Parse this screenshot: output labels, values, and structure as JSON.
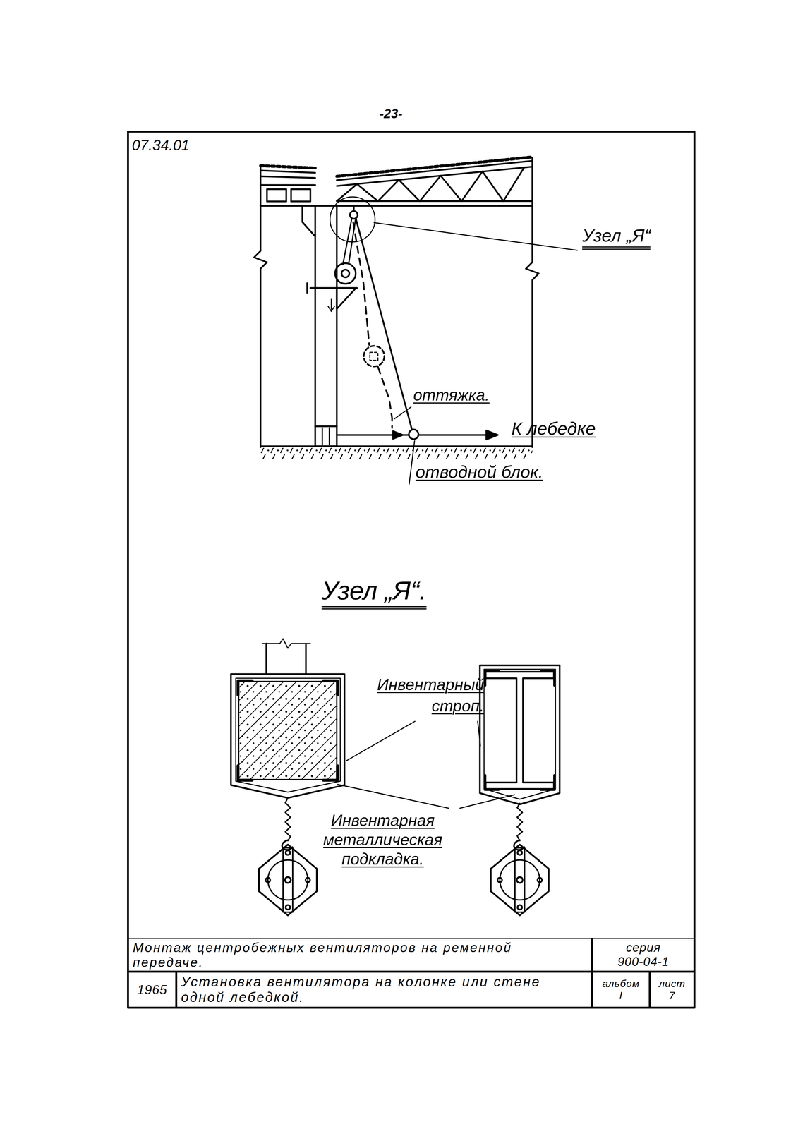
{
  "diagram": {
    "nodes": [
      {
        "text": [
          "Монтаж центробежных вентиляторов на ременной передаче."
        ]
      },
      {
        "text": [
          "серия",
          "900-04-1"
        ]
      },
      {
        "text": [
          "1965"
        ]
      },
      {
        "text": [
          "Установка вентилятора на колонке или стене одной лебедкой."
        ]
      },
      {
        "text": [
          "альбом",
          "I"
        ]
      },
      {
        "text": [
          "лист",
          "7"
        ]
      }
    ],
    "labels": [
      "-23-",
      "07.34.01",
      "Узел „Я“",
      "оттяжка.",
      "К лебедке",
      "отводной блок.",
      "Узел „Я“.",
      "Инвентарный строп.",
      "Инвентарная металлическая подкладка."
    ]
  }
}
